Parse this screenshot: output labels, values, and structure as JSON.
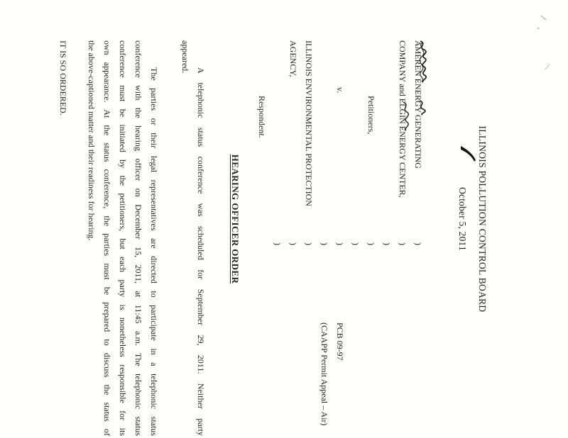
{
  "document": {
    "header": {
      "board": "ILLINOIS POLLUTION CONTROL BOARD",
      "date": "October 5, 2011"
    },
    "caption": {
      "rows": [
        {
          "left": "AMEREN ENERGY GENERATING",
          "paren": ")",
          "right": ""
        },
        {
          "left": "COMPANY and ELGIN ENERGY CENTER,",
          "paren": ")",
          "right": ""
        },
        {
          "left": "",
          "paren": ")",
          "right": ""
        },
        {
          "left": "Petitioners,",
          "paren": ")",
          "right": ""
        },
        {
          "left": "",
          "paren": ")",
          "right": ""
        },
        {
          "left": "v.",
          "paren": ")",
          "right": "PCB 09-97"
        },
        {
          "left": "",
          "paren": ")",
          "right": "(CAAPP Permit Appeal – Air)"
        },
        {
          "left": "ILLINOIS ENVIRONMENTAL PROTECTION",
          "paren": ")",
          "right": ""
        },
        {
          "left": "AGENCY,",
          "paren": ")",
          "right": ""
        },
        {
          "left": "",
          "paren": ")",
          "right": ""
        },
        {
          "left": "Respondent.",
          "paren": "",
          "right": ""
        }
      ]
    },
    "order_heading": "HEARING OFFICER ORDER",
    "body": {
      "para1_lines": [
        "A telephonic status conference was scheduled for September 29, 2011.  Neither party",
        "appeared."
      ],
      "para2_lines": [
        "The parties or their legal representatives are directed to participate in a telephonic status",
        "conference with the hearing officer on December 15, 2011, at 11:45 a.m.  The telephonic status",
        "conference must be initiated by the petitioners, but each party is nonetheless responsible for its",
        "own appearance.  At the status conference, the parties must be prepared to discuss the status of",
        "the above-captioned matter and their readiness for hearing."
      ],
      "closing": "IT IS SO ORDERED."
    },
    "annotations": {
      "scribble_over_party_name": "pen-scribble-icon",
      "scribble_over_party_name_small": "pen-scribble-icon",
      "scribble_over_center_name": "pen-scribble-icon",
      "ink_mark_near_date": "pen-stroke-icon",
      "corner_specks": "scan-speck-marks"
    },
    "colors": {
      "ink": "#26231f",
      "paper": "#fdfdfb"
    }
  }
}
